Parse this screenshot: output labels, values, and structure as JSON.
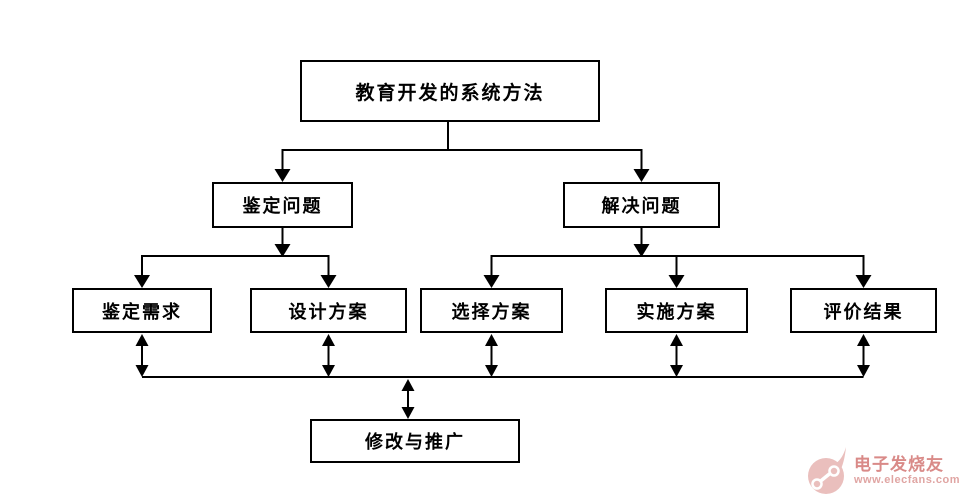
{
  "diagram": {
    "type": "flowchart",
    "background": "#ffffff",
    "line_color": "#000000",
    "box_border_color": "#000000",
    "box_fill_color": "#ffffff"
  },
  "nodes": [
    {
      "id": "root",
      "label": "教育开发的系统方法",
      "level": 1
    },
    {
      "id": "identify-problem",
      "label": "鉴定问题",
      "level": 2
    },
    {
      "id": "solve-problem",
      "label": "解决问题",
      "level": 2
    },
    {
      "id": "identify-needs",
      "label": "鉴定需求",
      "level": 3
    },
    {
      "id": "design-plan",
      "label": "设计方案",
      "level": 3
    },
    {
      "id": "select-plan",
      "label": "选择方案",
      "level": 3
    },
    {
      "id": "implement-plan",
      "label": "实施方案",
      "level": 3
    },
    {
      "id": "evaluate-results",
      "label": "评价结果",
      "level": 3
    },
    {
      "id": "revise-promote",
      "label": "修改与推广",
      "level": 4
    }
  ],
  "edges": [
    {
      "from": "教育开发的系统方法",
      "to": "鉴定问题",
      "style": "arrow-down"
    },
    {
      "from": "教育开发的系统方法",
      "to": "解决问题",
      "style": "arrow-down"
    },
    {
      "from": "鉴定问题",
      "to": "鉴定需求",
      "style": "arrow-down"
    },
    {
      "from": "鉴定问题",
      "to": "设计方案",
      "style": "arrow-down"
    },
    {
      "from": "解决问题",
      "to": "选择方案",
      "style": "arrow-down"
    },
    {
      "from": "解决问题",
      "to": "实施方案",
      "style": "arrow-down"
    },
    {
      "from": "解决问题",
      "to": "评价结果",
      "style": "arrow-down"
    },
    {
      "from": "鉴定需求",
      "to": "修改与推广",
      "style": "double-arrow"
    },
    {
      "from": "设计方案",
      "to": "修改与推广",
      "style": "double-arrow"
    },
    {
      "from": "选择方案",
      "to": "修改与推广",
      "style": "double-arrow"
    },
    {
      "from": "实施方案",
      "to": "修改与推广",
      "style": "double-arrow"
    },
    {
      "from": "评价结果",
      "to": "修改与推广",
      "style": "double-arrow"
    }
  ],
  "watermark": {
    "brand": "电子发烧友",
    "url": "www.elecfans.com",
    "accent_color": "#d98a88"
  }
}
